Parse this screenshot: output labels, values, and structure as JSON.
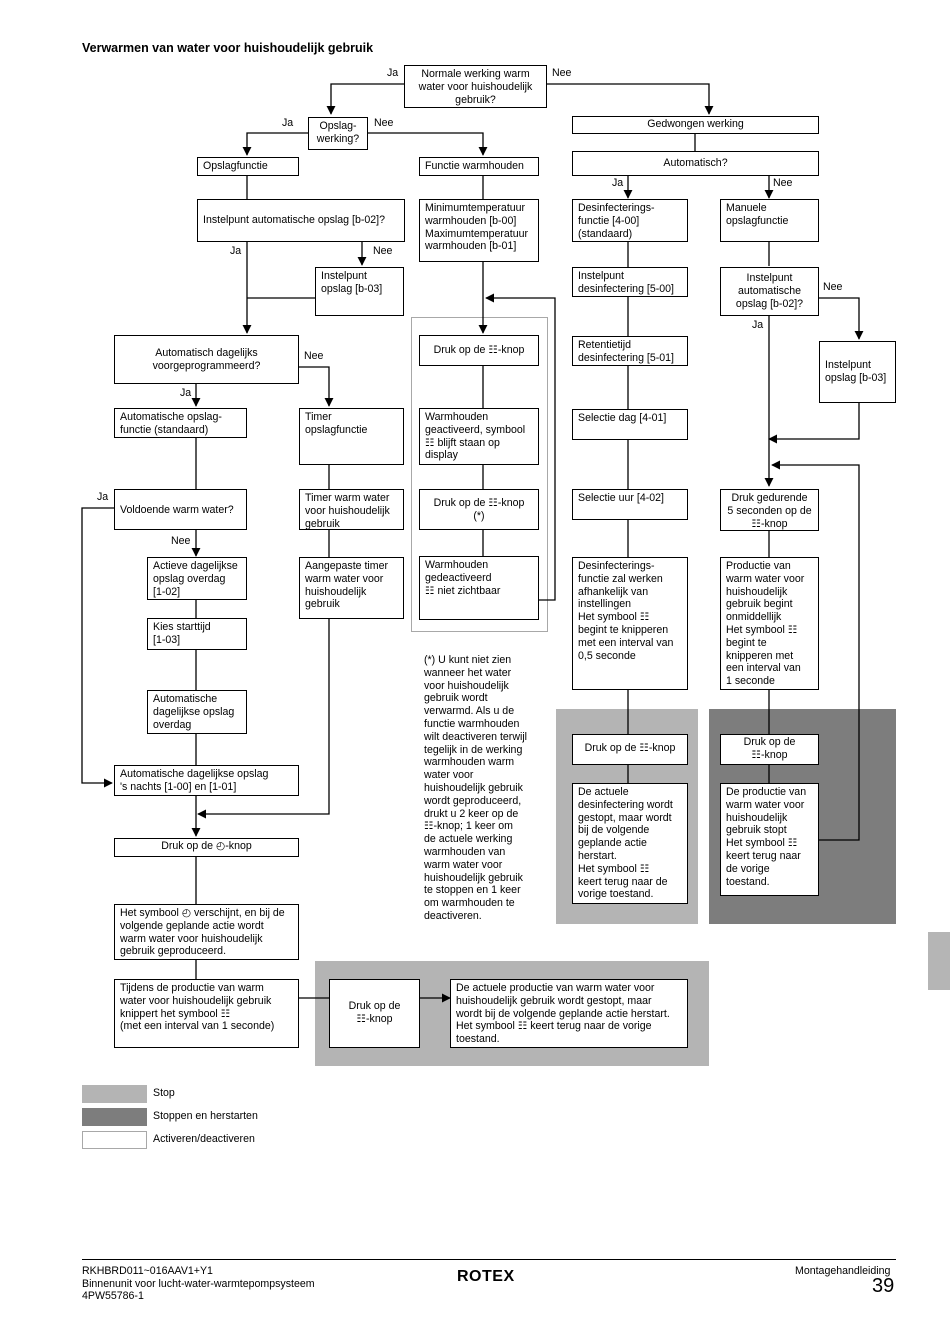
{
  "title": "Verwarmen van water voor huishoudelijk gebruik",
  "colors": {
    "stop": "#b4b4b4",
    "stop_restart": "#7d7d7d",
    "activate": "#ffffff"
  },
  "boxes": {
    "normal": "Normale werking warm\nwater voor huishoudelijk\ngebruik?",
    "opslag_werking": "Opslag-\nwerking?",
    "gedwongen": "Gedwongen werking",
    "opslagfunctie": "Opslagfunctie",
    "functie_warmhouden": "Functie warmhouden",
    "automatisch": "Automatisch?",
    "instelpunt_auto_b02": "Instelpunt automatische opslag [b-02]?",
    "min_max_temp": "Minimumtemperatuur\nwarmhouden [b-00]\nMaximumtemperatuur\nwarmhouden [b-01]",
    "desinfectering_4_00": "Desinfecterings-\nfunctie [4-00]\n(standaard)",
    "manuele_opslag": "Manuele\nopslagfunctie",
    "instelpunt_b03_left": "Instelpunt\nopslag [b-03]",
    "instelpunt_5_00": "Instelpunt\ndesinfectering [5-00]",
    "instelpunt_auto_b02_right": "Instelpunt\nautomatische\nopslag [b-02]?",
    "auto_dagelijks": "Automatisch dagelijks\nvoorgeprogrammeerd?",
    "druk_knop_1": "Druk op de ☷-knop",
    "retentietijd": "Retentietijd\ndesinfectering [5-01]",
    "instelpunt_b03_right": "Instelpunt\nopslag [b-03]",
    "auto_opslag_std": "Automatische opslag-\nfunctie (standaard)",
    "timer_opslag": "Timer\nopslagfunctie",
    "warmhouden_geact": "Warmhouden\ngeactiveerd, symbool\n☷ blijft staan op\ndisplay",
    "selectie_dag": "Selectie dag [4-01]",
    "voldoende": "Voldoende warm water?",
    "timer_warm": "Timer warm water\nvoor huishoudelijk\ngebruik",
    "druk_knop_2": "Druk op de ☷-knop\n(*)",
    "selectie_uur": "Selectie uur [4-02]",
    "druk_5sec": "Druk gedurende\n5 seconden op de\n☷-knop",
    "actieve_dagelijkse": "Actieve dagelijkse\nopslag overdag\n[1-02]",
    "aangepaste_timer": "Aangepaste timer\nwarm water voor\nhuishoudelijk\ngebruik",
    "warmhouden_gedeact": "Warmhouden\ngedeactiveerd\n☷ niet zichtbaar",
    "desinf_werken": "Desinfecterings-\nfunctie zal werken\nafhankelijk van\ninstellingen\nHet symbool ☷\nbegint te knipperen\nmet een interval van\n0,5 seconde",
    "productie_begint": "Productie van\nwarm water voor\nhuishoudelijk\ngebruik begint\nonmiddellijk\nHet symbool ☷\nbegint te\nknipperen met\neen interval van\n1 seconde",
    "kies_starttijd": "Kies starttijd\n[1-03]",
    "auto_dag_overdag": "Automatische\ndagelijkse opslag\noverdag",
    "druk_knop_3": "Druk op de ☷-knop",
    "druk_knop_4": "Druk op de\n☷-knop",
    "auto_nachts": "Automatische dagelijkse opslag\n's nachts [1-00] en [1-01]",
    "desinf_gestopt": "De actuele\ndesinfectering wordt\ngestopt, maar wordt\nbij de volgende\ngeplande actie\nherstart.\nHet symbool ☷\nkeert terug naar de\nvorige toestand.",
    "productie_gestopt": "De productie van\nwarm water voor\nhuishoudelijk\ngebruik stopt\nHet symbool ☷\nkeert terug naar\nde vorige\ntoestand.",
    "druk_klok": "Druk op de ◴-knop",
    "symbool_klok": "Het symbool ◴ verschijnt, en bij de\nvolgende geplande actie wordt\nwarm water voor huishoudelijk\ngebruik geproduceerd.",
    "tijdens_productie": "Tijdens de productie van warm\nwater voor huishoudelijk gebruik\nknippert het symbool ☷\n(met een interval van 1 seconde)",
    "druk_knop_5": "Druk op de\n☷-knop",
    "actuele_productie": "De actuele productie van warm water voor\nhuishoudelijk gebruik wordt gestopt, maar\nwordt bij de volgende geplande actie herstart.\nHet symbool ☷ keert terug naar de vorige\ntoestand."
  },
  "labels": {
    "ja": "Ja",
    "nee": "Nee"
  },
  "note": "(*) U kunt niet zien\nwanneer het water\nvoor huishoudelijk\ngebruik wordt\nverwarmd. Als u de\nfunctie warmhouden\nwilt deactiveren terwijl\ntegelijk in de werking\nwarmhouden warm\nwater voor\nhuishoudelijk gebruik\nwordt geproduceerd,\ndrukt u 2 keer op de\n☷-knop; 1 keer om\nde actuele werking\nwarmhouden van\nwarm water voor\nhuishoudelijk gebruik\nte stoppen en 1 keer\nom warmhouden te\ndeactiveren.",
  "legend": {
    "stop": "Stop",
    "stop_restart": "Stoppen en herstarten",
    "activate": "Activeren/deactiveren"
  },
  "footer": {
    "left": "RKHBRD011~016AAV1+Y1\nBinnenunit voor lucht-water-warmtepompsysteem\n4PW55786-1",
    "brand": "ROTEX",
    "right": "Montagehandleiding",
    "page": "39"
  }
}
